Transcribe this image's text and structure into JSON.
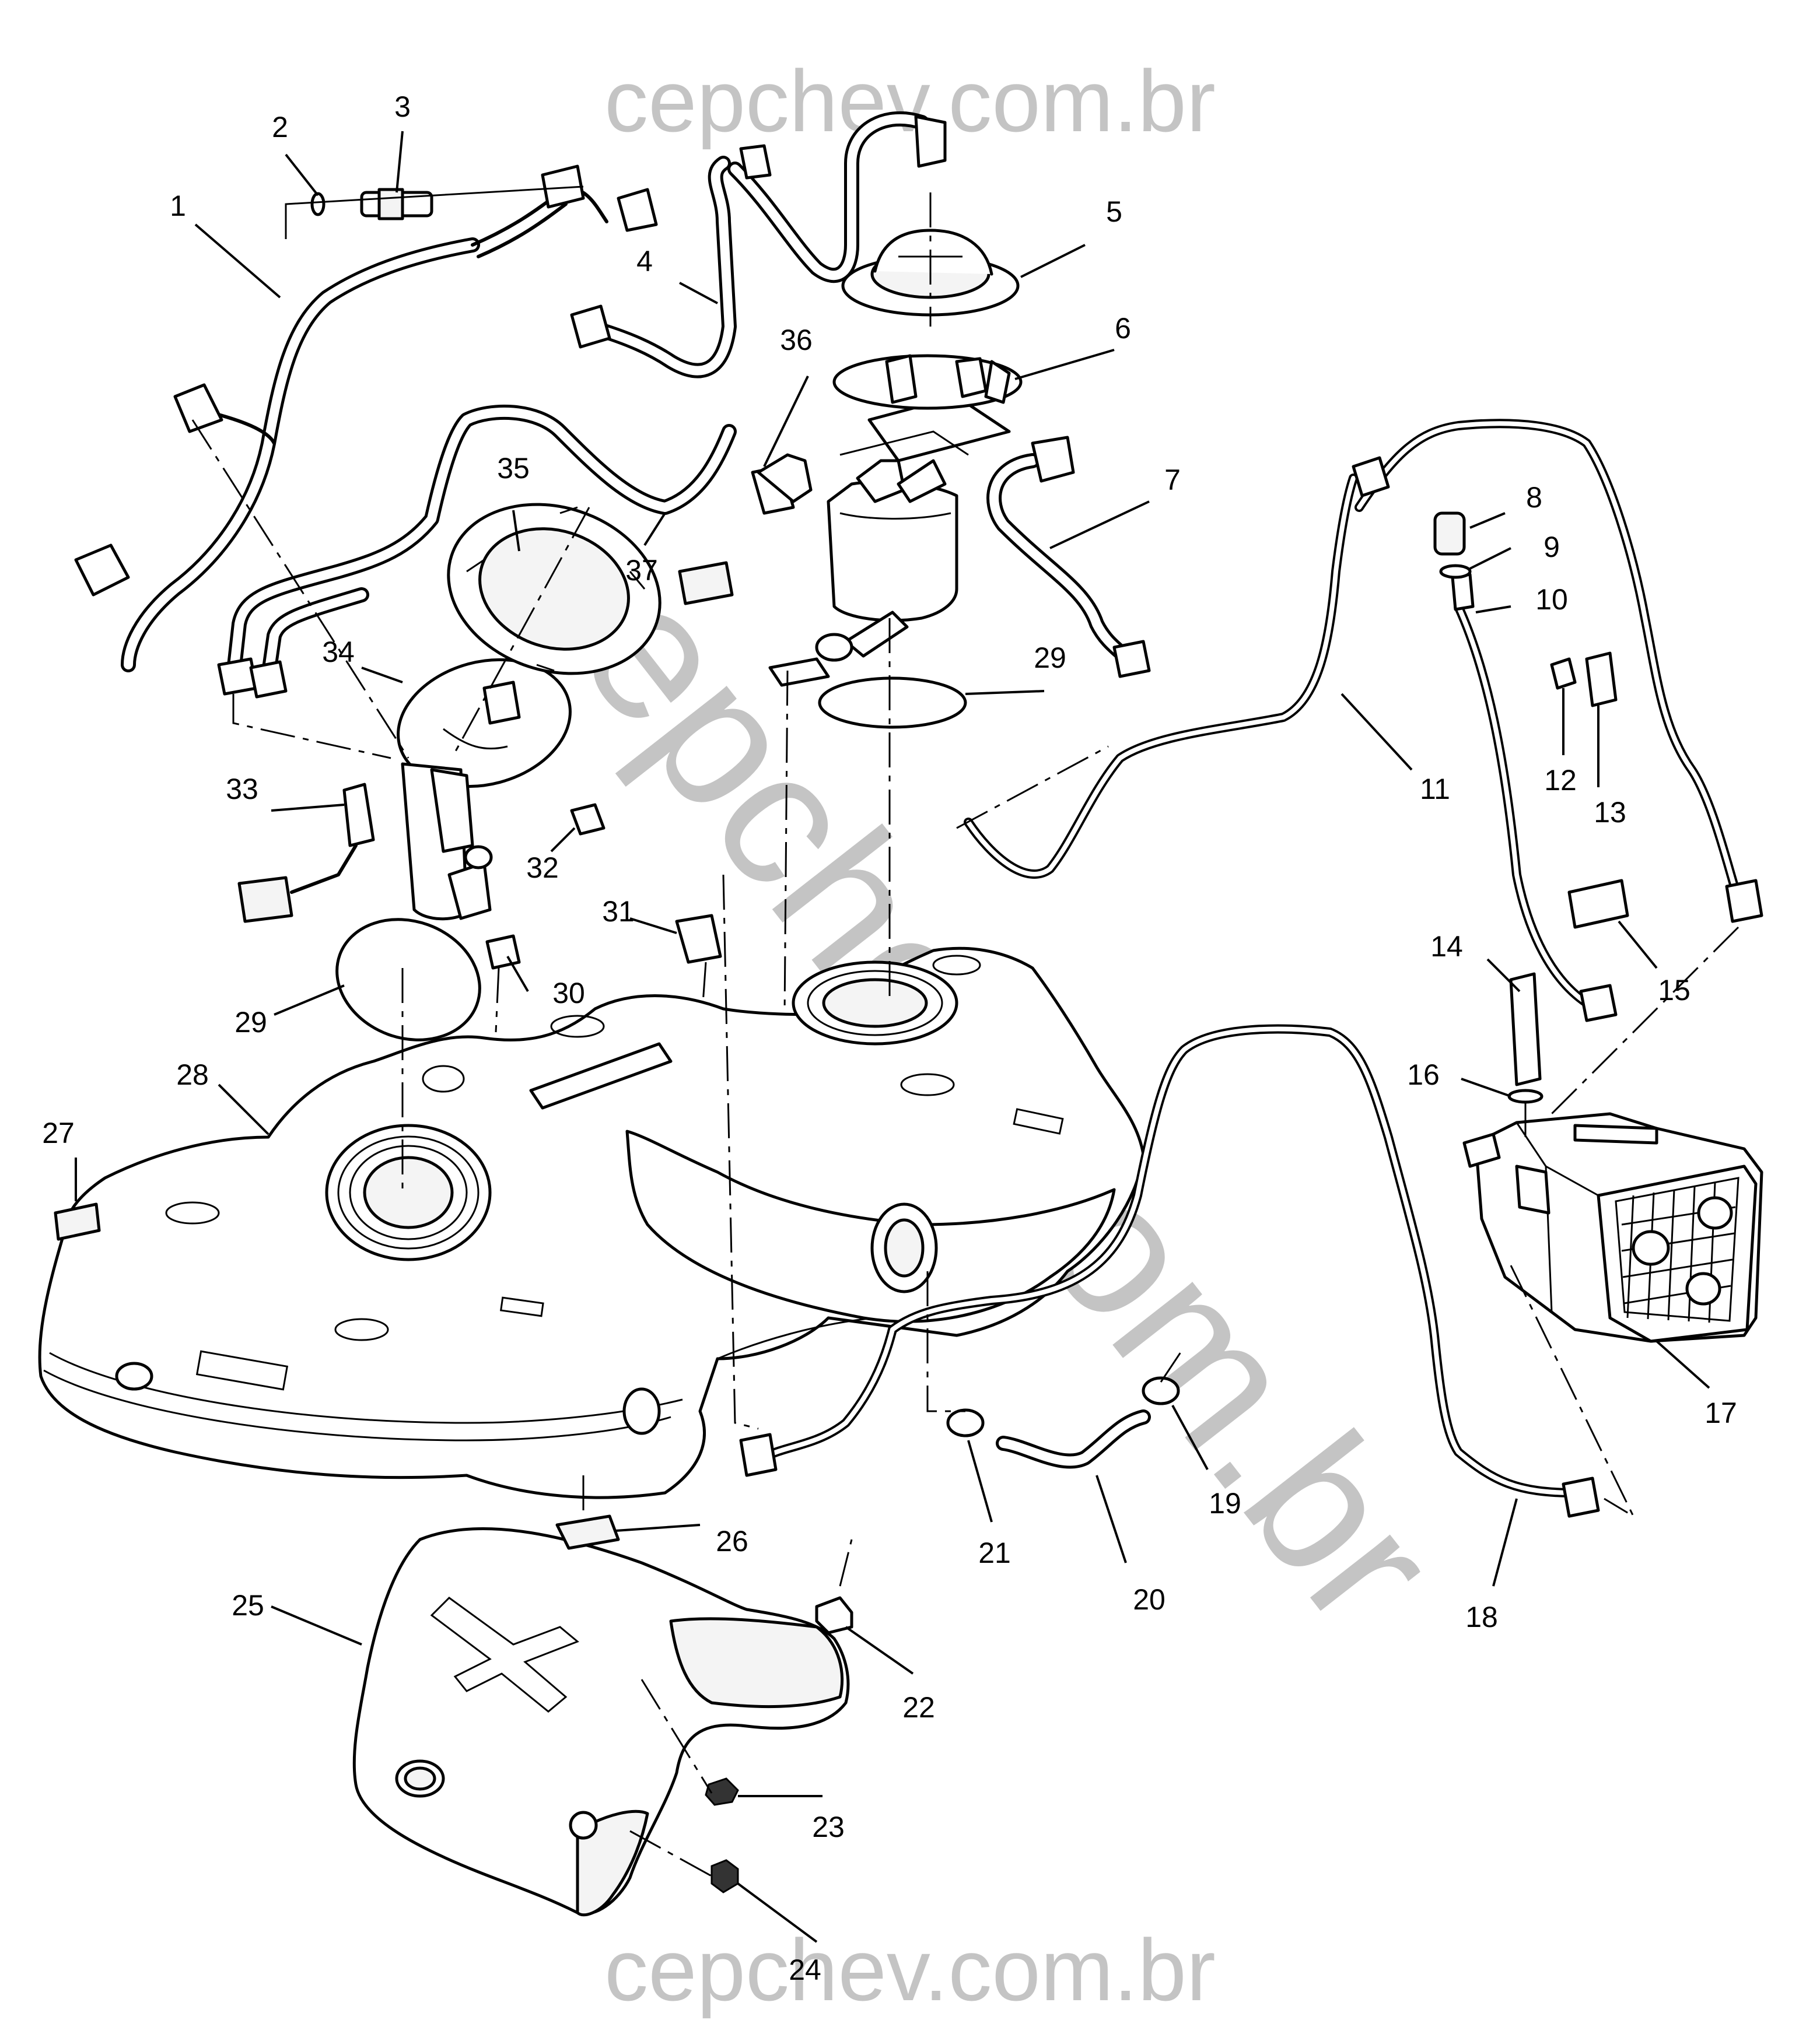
{
  "watermark": {
    "top": "cepchev.com.br",
    "bottom": "cepchev.com.br",
    "diagonal": "cepchev.com.br",
    "color": "#c4c4c4"
  },
  "callouts": [
    "1",
    "2",
    "3",
    "4",
    "5",
    "6",
    "7",
    "8",
    "9",
    "10",
    "11",
    "12",
    "13",
    "14",
    "15",
    "16",
    "17",
    "18",
    "19",
    "20",
    "21",
    "22",
    "23",
    "24",
    "25",
    "26",
    "27",
    "28",
    "29",
    "29",
    "30",
    "31",
    "32",
    "33",
    "34",
    "35",
    "36",
    "37"
  ],
  "colors": {
    "line": "#000000",
    "background": "#ffffff",
    "part_fill": "#f4f4f4"
  }
}
